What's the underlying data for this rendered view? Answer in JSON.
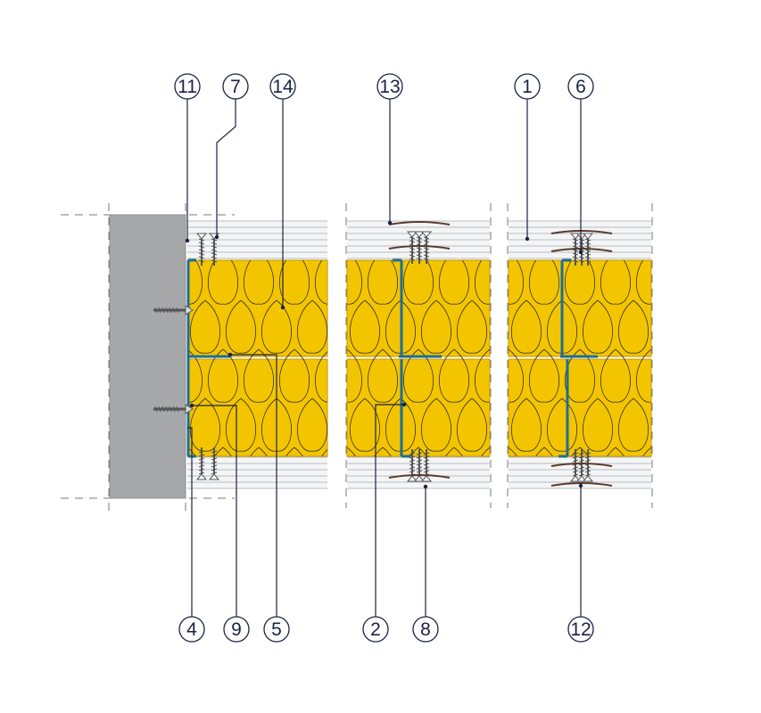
{
  "colors": {
    "wall": "#a7a8aa",
    "wall_edge": "#8d8e90",
    "insulation": "#f2c500",
    "insulation_edge": "#c49600",
    "insulation_fiber": "#3a3020",
    "board_face": "#f4f5f6",
    "board_line": "#b9bcc0",
    "profile": "#1f6e93",
    "screw": "#555555",
    "callout_stroke": "#1a2244"
  },
  "callouts": {
    "c11": "11",
    "c7": "7",
    "c14": "14",
    "c13": "13",
    "c1": "1",
    "c6": "6",
    "c4": "4",
    "c9": "9",
    "c5": "5",
    "c2": "2",
    "c8": "8",
    "c12": "12"
  }
}
